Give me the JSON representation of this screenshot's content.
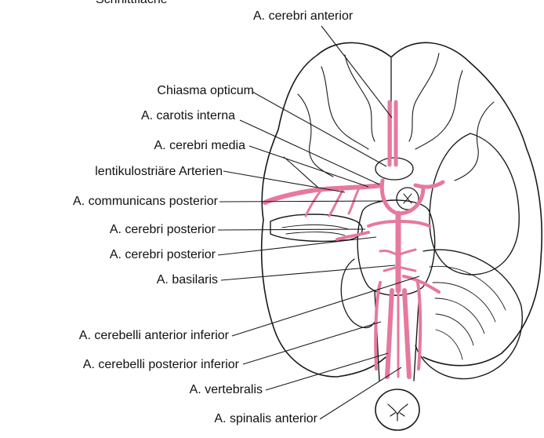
{
  "diagram": {
    "top_cut_text": "Schnittfläche",
    "colors": {
      "artery": "#e6799c",
      "line": "#1a1a1a",
      "background": "#ffffff"
    },
    "labels": {
      "cerebri_anterior": "A. cerebri anterior",
      "chiasma_opticum": "Chiasma opticum",
      "carotis_interna": "A. carotis interna",
      "cerebri_media": "A. cerebri media",
      "lentikulostriaere": "lentikulostriäre Arterien",
      "communicans_posterior": "A. communicans posterior",
      "cerebri_posterior_1": "A. cerebri posterior",
      "cerebri_posterior_2": "A. cerebri posterior",
      "basilaris": "A. basilaris",
      "cerebelli_anterior_inferior": "A. cerebelli anterior inferior",
      "cerebelli_posterior_inferior": "A. cerebelli posterior inferior",
      "vertebralis": "A. vertebralis",
      "spinalis_anterior": "A. spinalis anterior"
    }
  }
}
